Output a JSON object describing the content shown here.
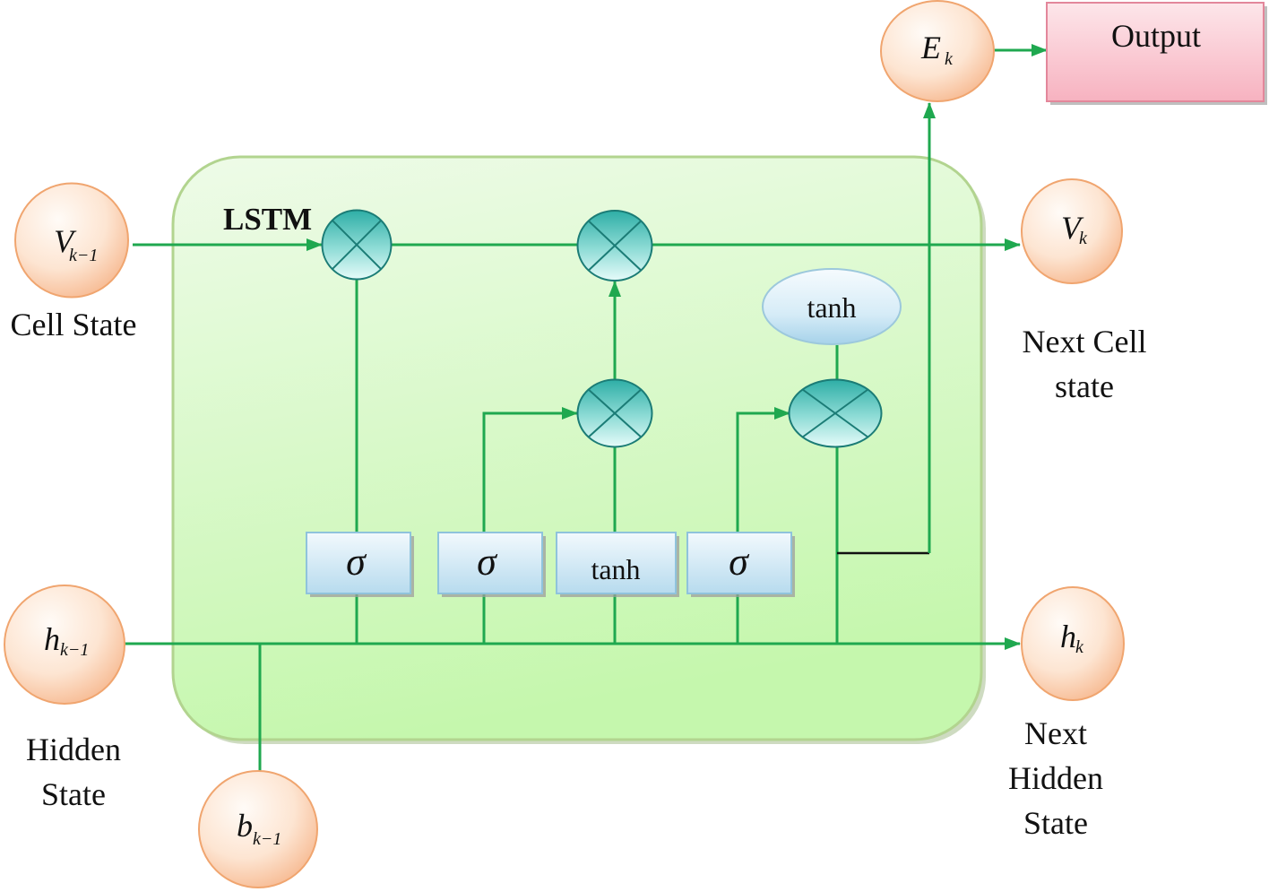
{
  "diagram": {
    "cell_title": "LSTM",
    "cell_state_in": {
      "symbol": "V",
      "subscript": "k−1",
      "caption": "Cell State"
    },
    "hidden_state_in": {
      "symbol": "h",
      "subscript": "k−1",
      "caption_lines": [
        "Hidden",
        "State"
      ]
    },
    "bias_in": {
      "symbol": "b",
      "subscript": "k−1"
    },
    "error_out": {
      "symbol": "E",
      "subscript": "k"
    },
    "output_box": {
      "label": "Output"
    },
    "cell_state_out": {
      "symbol": "V",
      "subscript": "k",
      "caption_lines": [
        "Next Cell",
        "state"
      ]
    },
    "hidden_state_out": {
      "symbol": "h",
      "subscript": "k",
      "caption_lines": [
        "Next",
        "Hidden",
        "State"
      ]
    },
    "gates": [
      {
        "label": "σ"
      },
      {
        "label": "σ"
      },
      {
        "label": "tanh"
      },
      {
        "label": "σ"
      }
    ],
    "cell_activation": {
      "label": "tanh"
    },
    "operator_icon": "multiply-icon"
  },
  "colors": {
    "flow_arrow": "#1fa84f",
    "junction_line": "#111111",
    "cell_fill": "#d4f8c0",
    "node_fill": "#fbd2b4",
    "multiply_fill": "#5cc6bf",
    "gate_fill": "#d3e9f5",
    "output_fill": "#f9c2cd"
  }
}
